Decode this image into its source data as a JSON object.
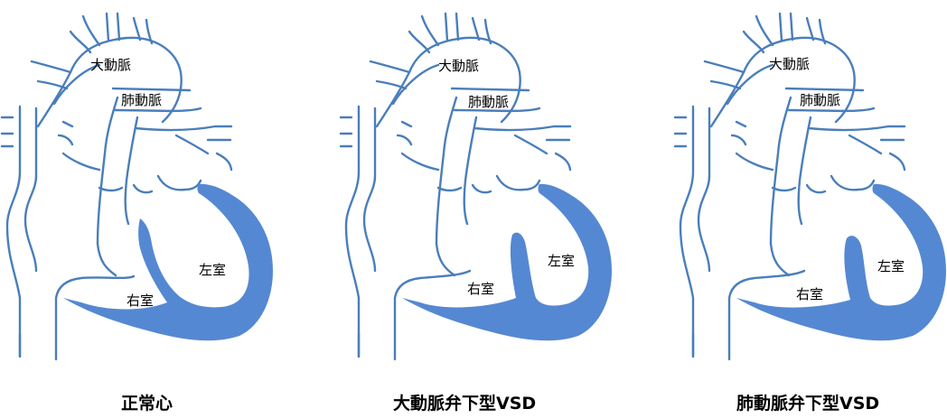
{
  "colors": {
    "vessel": "#4A7EBB",
    "septum": "#5588D2",
    "text": "#000000"
  },
  "panels": [
    {
      "labels": {
        "aorta": "大動脈",
        "pulmonary": "肺動脈",
        "left_ventricle": "左室",
        "right_ventricle": "右室"
      },
      "caption": "正常心"
    },
    {
      "labels": {
        "aorta": "大動脈",
        "pulmonary": "肺動脈",
        "left_ventricle": "左室",
        "right_ventricle": "右室"
      },
      "caption": "大動脈弁下型VSD"
    },
    {
      "labels": {
        "aorta": "大動脈",
        "pulmonary": "肺動脈",
        "left_ventricle": "左室",
        "right_ventricle": "右室"
      },
      "caption": "肺動脈弁下型VSD"
    }
  ]
}
